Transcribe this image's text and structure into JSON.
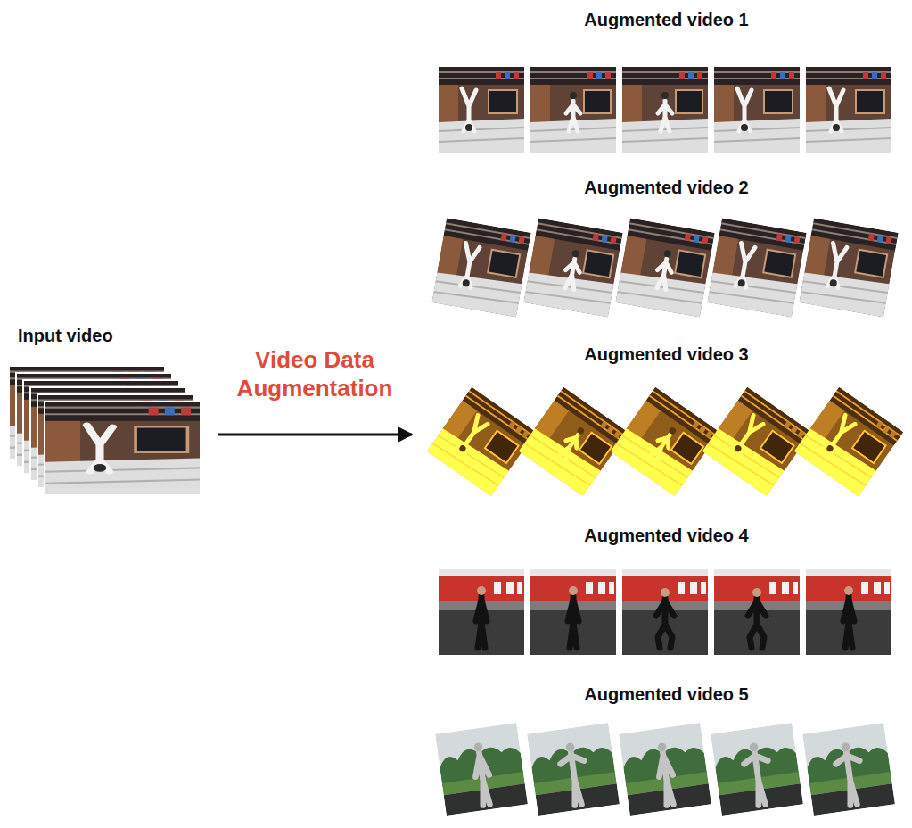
{
  "diagram": {
    "nodes": [
      {
        "text": [
          "Input video"
        ]
      },
      {
        "text": [
          "Augmented video 1"
        ]
      },
      {
        "text": [
          "Augmented video 2"
        ]
      },
      {
        "text": [
          "Augmented video 3"
        ]
      },
      {
        "text": [
          "Augmented video 4"
        ]
      },
      {
        "text": [
          "Augmented video 5"
        ]
      }
    ],
    "edges": [
      {
        "from": 0,
        "to": 3,
        "label": "Video Data Augmentation",
        "arrow": "to"
      }
    ]
  }
}
